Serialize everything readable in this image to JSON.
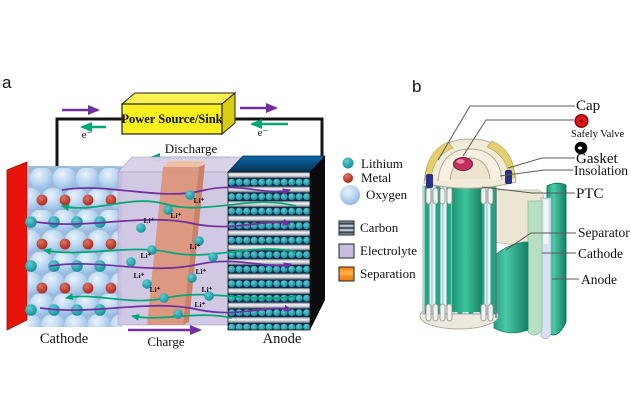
{
  "figure": {
    "panel_a_label": "a",
    "panel_b_label": "b"
  },
  "panel_a": {
    "power_source": "Power Source/Sink",
    "electron": "e⁻",
    "discharge": "Discharge",
    "charge": "Charge",
    "cathode_label": "Cathode",
    "anode_label": "Anode",
    "li_ion": "Li⁺",
    "legend": [
      {
        "label": "Lithium",
        "swatch": "teal-circle"
      },
      {
        "label": "Metal",
        "swatch": "red-circle"
      },
      {
        "label": "Oxygen",
        "swatch": "blue-sphere"
      },
      {
        "label": "Carbon",
        "swatch": "layered-square"
      },
      {
        "label": "Electrolyte",
        "swatch": "lavender-square"
      },
      {
        "label": "Separation",
        "swatch": "orange-square"
      }
    ]
  },
  "panel_b": {
    "callouts": {
      "cap": "Cap",
      "safety_valve": "Safely Valve",
      "gasket": "Gasket",
      "insolation": "Insolation",
      "ptc": "PTC",
      "separator": "Separator",
      "cathode": "Cathode",
      "anode": "Anode"
    }
  },
  "colors": {
    "purple_arrow": "#7030a0",
    "green_arrow": "#00a878",
    "battery_teal": "#27a583",
    "power_box_yellow": "#f7ef1e",
    "collector_red": "#e8140c",
    "electrolyte_lavender": "#c9bedf",
    "separation_orange": "#f08020"
  }
}
